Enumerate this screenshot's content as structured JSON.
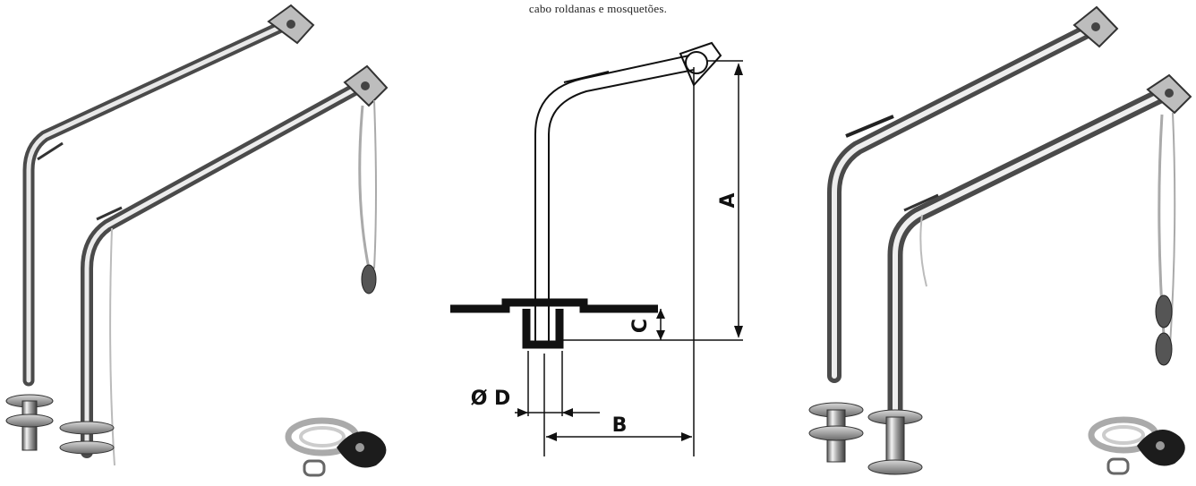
{
  "caption": "cabo roldanas e mosquetões.",
  "diagram": {
    "labels": {
      "a": "A",
      "b": "B",
      "c": "C",
      "d": "Ø D"
    }
  },
  "colors": {
    "steel_light": "#f1f1f1",
    "steel_mid": "#9a9a9a",
    "steel_dark": "#3a3a3a",
    "line": "#111111"
  }
}
